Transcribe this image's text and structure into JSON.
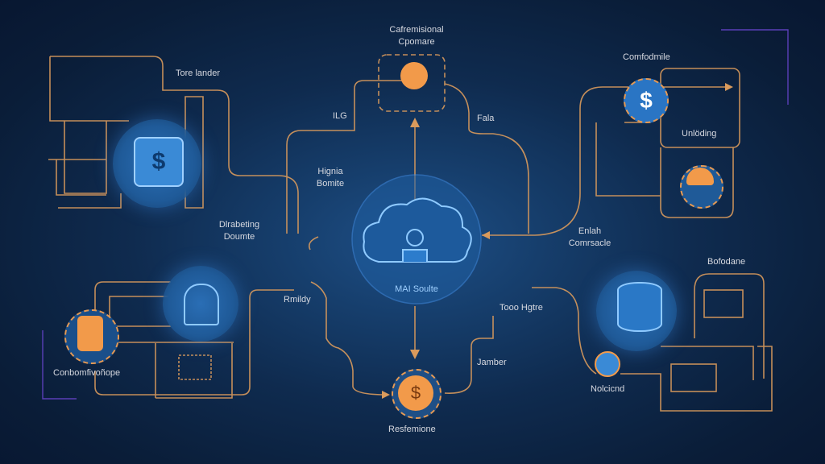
{
  "labels": {
    "top_center_1": "Cafremisional",
    "top_center_2": "Cpomare",
    "tore_lander": "Tore lander",
    "ilg": "ILG",
    "fala": "Fala",
    "hignia_1": "Hignia",
    "hignia_2": "Bomite",
    "dlrabeting_1": "Dlrabeting",
    "dlrabeting_2": "Doumte",
    "comfodmile": "Comfodmile",
    "unloding": "Unlöding",
    "enlah_1": "Enlah",
    "enlah_2": "Comrsacle",
    "center": "MAI Soulte",
    "rmildy": "Rmildy",
    "tooo_hgtre": "Tooo Hgtre",
    "bofodane": "Bofodane",
    "conbom": "Conbomfivoñope",
    "jamber": "Jamber",
    "nolcicnd": "Nolcicnd",
    "resfemione": "Resfemione"
  },
  "colors": {
    "wire": "#d99a5c",
    "accent_blue": "#2f7fd0",
    "accent_orange": "#f29a4a",
    "background": "#0a1d38"
  }
}
